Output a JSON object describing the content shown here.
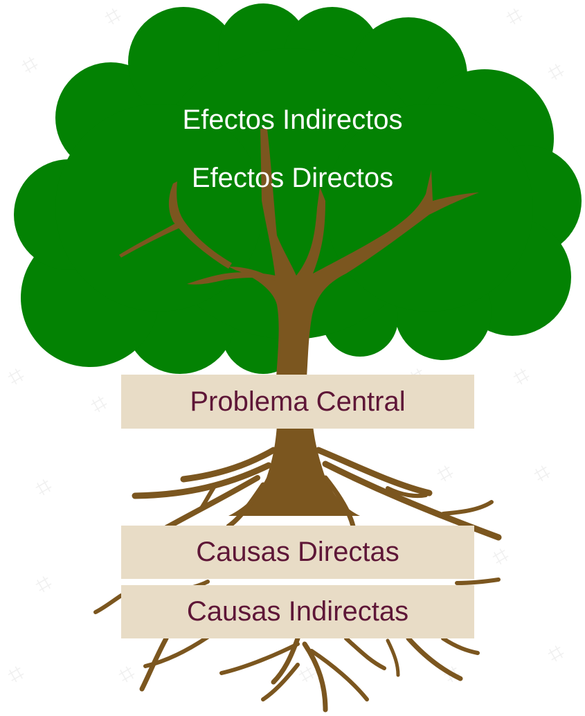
{
  "diagram": {
    "effects": {
      "indirect": "Efectos Indirectos",
      "direct": "Efectos Directos"
    },
    "problem": "Problema Central",
    "causes": {
      "direct": "Causas Directas",
      "indirect": "Causas Indirectas"
    }
  },
  "colors": {
    "foliage": "#038203",
    "trunk": "#7b561f",
    "box_fill": "#e8dcc6",
    "box_text": "#5e1637",
    "leaf_text": "#ffffff",
    "watermark": "#eeeeee"
  }
}
